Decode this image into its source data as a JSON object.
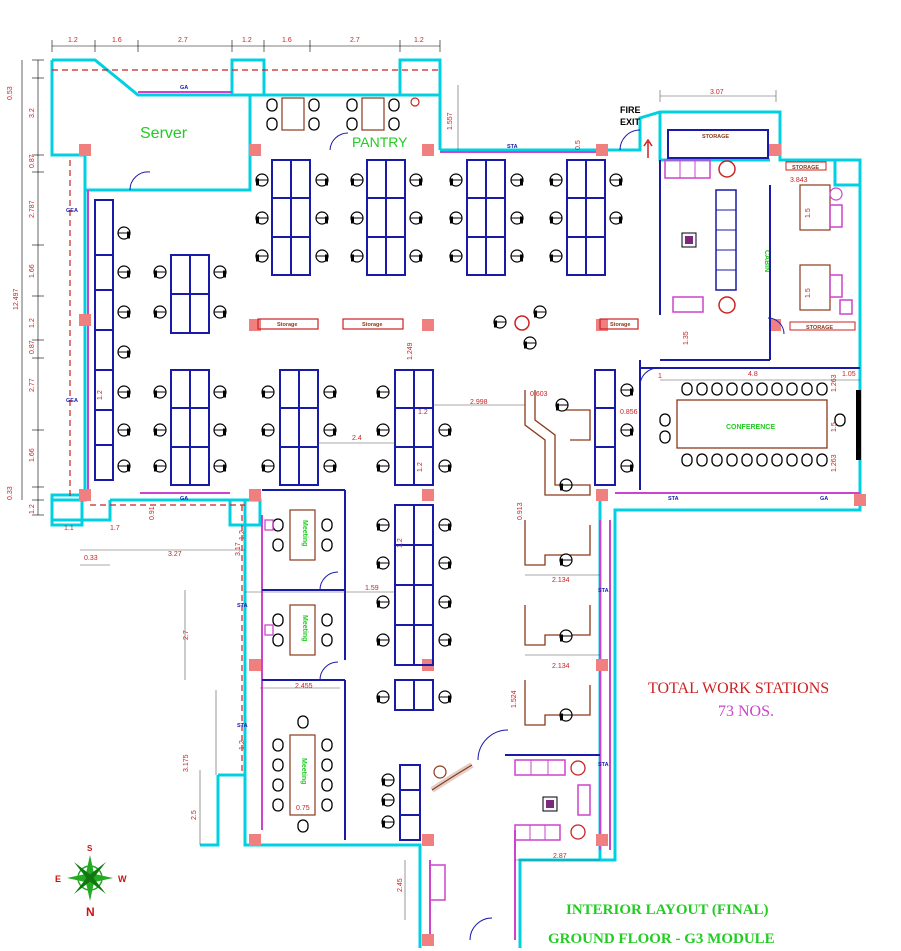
{
  "plan": {
    "rooms": {
      "server": "Server",
      "pantry": "PANTRY",
      "conference": "CONFERENCE",
      "cabin": "CABIN",
      "meeting_1": "Meeting",
      "meeting_2": "Meeting",
      "meeting_3": "Meeting"
    },
    "fire_exit": [
      "FIRE",
      "EXIT"
    ],
    "storage_labels": [
      "Storage",
      "Storage",
      "Storage"
    ],
    "small_labels": {
      "sta_top": "STA",
      "sta_bottom": "STA",
      "ga_right": "GA",
      "ga_top": "GA",
      "ga_bottom": "GA",
      "sta_left_1": "STA",
      "sta_left_2": "STA",
      "sta_right_1": "STA",
      "sta_right_2": "STA",
      "ge_left_1": "GEA",
      "ge_left_2": "GEA",
      "storage_top": "STORAGE",
      "storage_cabin": "STORAGE",
      "storage_corner": "STORAGE"
    },
    "stats": {
      "line1": "TOTAL WORK STATIONS",
      "line2": "73 NOS."
    },
    "title": {
      "line1": "INTERIOR LAYOUT  (FINAL)",
      "line2": "GROUND FLOOR - G3 MODULE"
    },
    "compass": {
      "n": "N",
      "s": "S",
      "e": "E",
      "w": "W"
    },
    "dims_top": [
      "1.2",
      "1.6",
      "2.7",
      "1.2",
      "1.6",
      "2.7",
      "1.2"
    ],
    "dims_left": [
      "0.53",
      "3.2",
      "0.87",
      "2.787",
      "1.66",
      "1.2",
      "0.87",
      "2.77",
      "1.66",
      "0.33",
      "12.497",
      "1.2"
    ],
    "dims_misc": [
      "3.07",
      "1.557",
      "3.843",
      "0.5",
      "1.5",
      "1.5",
      "1.35",
      "4.8",
      "1.05",
      "1.263",
      "1.5",
      "1.263",
      "1",
      "0.603",
      "2.998",
      "0.856",
      "1.2",
      "2.4",
      "1.249",
      "1.2",
      "1.2",
      "0.913",
      "2.134",
      "2.134",
      "1.524",
      "1.59",
      "1.2",
      "3.17",
      "3.27",
      "0.33",
      "1.1",
      "1.7",
      "0.91",
      "2.7",
      "2.455",
      "3.175",
      "2.5",
      "0.75",
      "2.87",
      "2.45",
      "1.2",
      "1.2"
    ],
    "colors": {
      "wall": "#00d0e0",
      "partition": "#1a1aa8",
      "furniture": "#8a3a1a",
      "door": "#1a1aa8",
      "label_green": "#22cc22",
      "dimension": "#cc2222",
      "glass": "#cc44cc",
      "column": "#f08080"
    }
  }
}
